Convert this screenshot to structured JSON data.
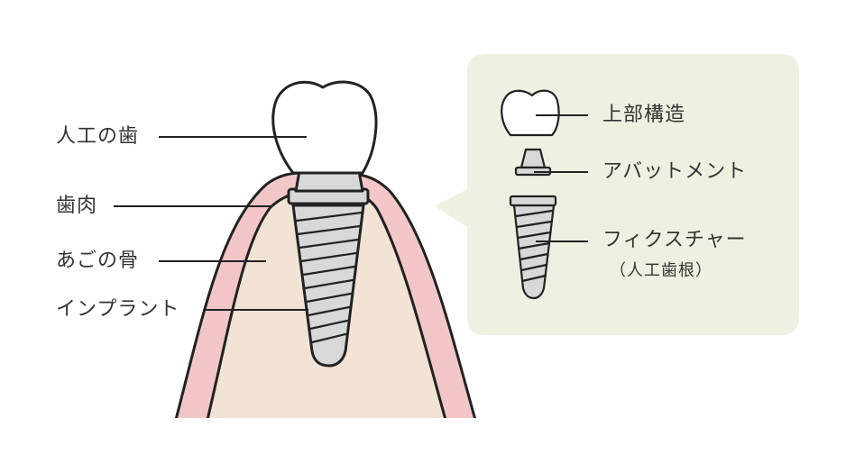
{
  "labels": {
    "artificial_tooth": "人工の歯",
    "gum": "歯肉",
    "jaw_bone": "あごの骨",
    "implant": "インプラント"
  },
  "callout": {
    "superstructure": "上部構造",
    "abutment": "アバットメント",
    "fixture": "フィクスチャー",
    "fixture_note": "（人工歯根）"
  },
  "colors": {
    "bone": "#f2e3d5",
    "gum": "#f3c6c8",
    "metal": "#d8d8d8",
    "crown": "#ffffff",
    "callout_bg": "#eef1e1",
    "line": "#222222"
  }
}
